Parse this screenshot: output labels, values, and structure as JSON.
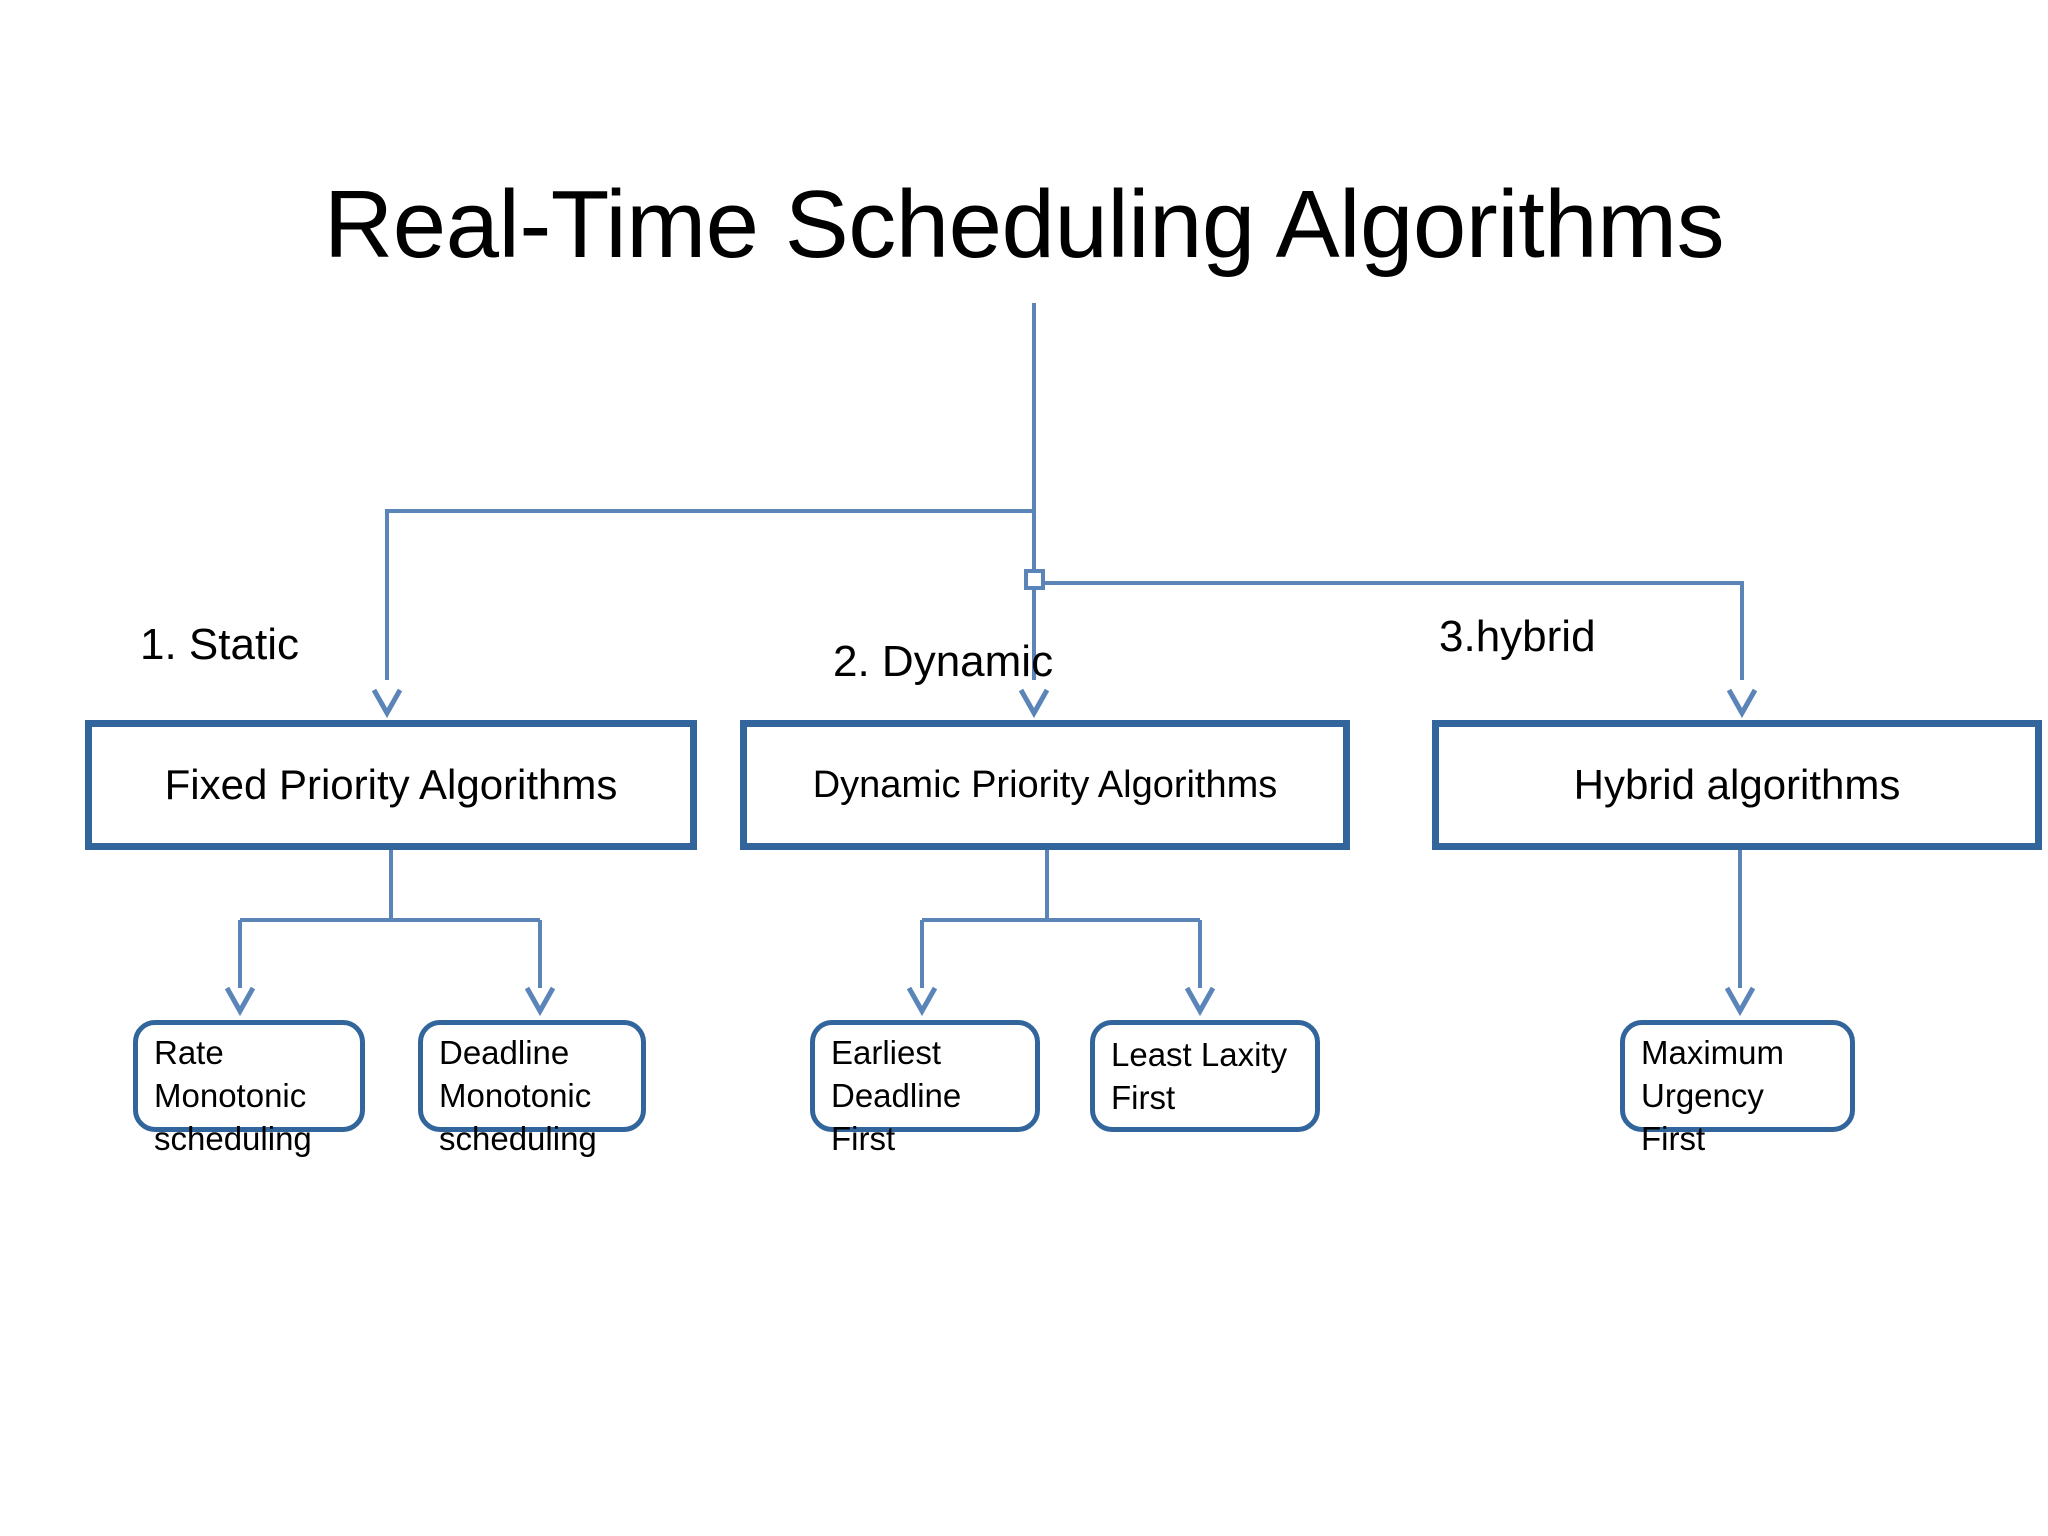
{
  "page": {
    "title": "Real-Time Scheduling Algorithms",
    "background_color": "#ffffff",
    "connector_color": "#5B85B8",
    "box_border_color": "#31659B",
    "text_color": "#000000"
  },
  "branch_labels": [
    {
      "id": "static",
      "text": "1. Static"
    },
    {
      "id": "dynamic",
      "text": "2. Dynamic"
    },
    {
      "id": "hybrid",
      "text": "3.hybrid"
    }
  ],
  "categories": [
    {
      "id": "fixed-priority",
      "text": "Fixed Priority Algorithms"
    },
    {
      "id": "dynamic-priority",
      "text": "Dynamic Priority Algorithms"
    },
    {
      "id": "hybrid-algorithms",
      "text": "Hybrid algorithms"
    }
  ],
  "leaves": [
    {
      "id": "rate-monotonic-scheduling",
      "text": "Rate\nMonotonic\nscheduling",
      "parent": "fixed-priority"
    },
    {
      "id": "deadline-monotonic-scheduling",
      "text": "Deadline\nMonotonic\nscheduling",
      "parent": "fixed-priority"
    },
    {
      "id": "earliest-deadline-first",
      "text": "Earliest\nDeadline\nFirst",
      "parent": "dynamic-priority"
    },
    {
      "id": "least-laxity-first",
      "text": "Least Laxity\nFirst",
      "parent": "dynamic-priority"
    },
    {
      "id": "maximum-urgency-first",
      "text": "Maximum\nUrgency\nFirst",
      "parent": "hybrid-algorithms"
    }
  ]
}
